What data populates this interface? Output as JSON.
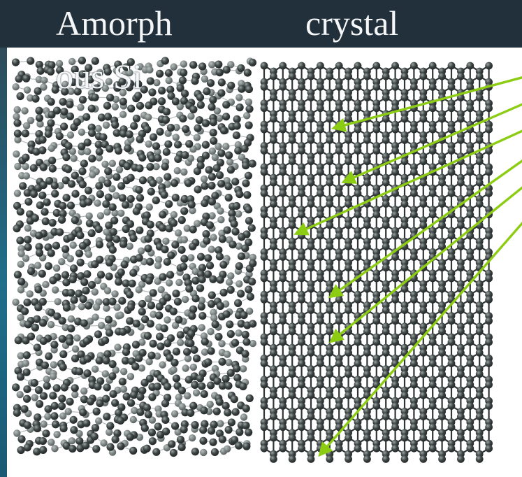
{
  "labels": {
    "amorphous_line1": "Amorph",
    "amorphous_line2": "ous Si",
    "crystal": "crystal"
  },
  "colors": {
    "header_bg": "#22303b",
    "panel_bg": "#ffffff",
    "atom": "#3f4646",
    "atom_highlight": "#9aa3a2",
    "bond": "#7d8686",
    "arrow": "#8ccc12",
    "label_text": "#f4f6f7"
  },
  "arrows": {
    "count": 6
  }
}
